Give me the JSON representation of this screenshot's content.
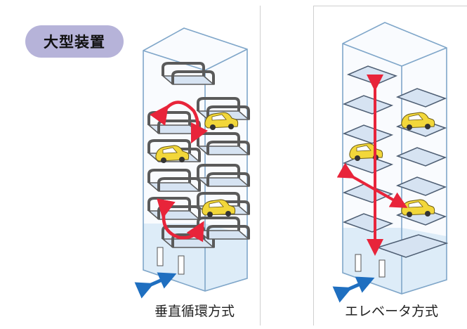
{
  "badge": {
    "label": "大型装置"
  },
  "left": {
    "caption": "垂直循環方式"
  },
  "right": {
    "caption": "エレベータ方式"
  },
  "colors": {
    "badge": "#b6b3d9",
    "tower_fill": "#eef4fb",
    "tower_stroke": "#7fa6c9",
    "platform": "#d6e3f2",
    "cage": "#5a5a5a",
    "red_arrow": "#e8243a",
    "blue_arrow": "#1f6fc0",
    "car": "#f2d73a",
    "water": "#cfe6f5"
  },
  "icons": [
    "rotate-arrow-icon",
    "up-down-arrow-icon",
    "horizontal-arrow-icon",
    "car-icon",
    "door-icon"
  ]
}
